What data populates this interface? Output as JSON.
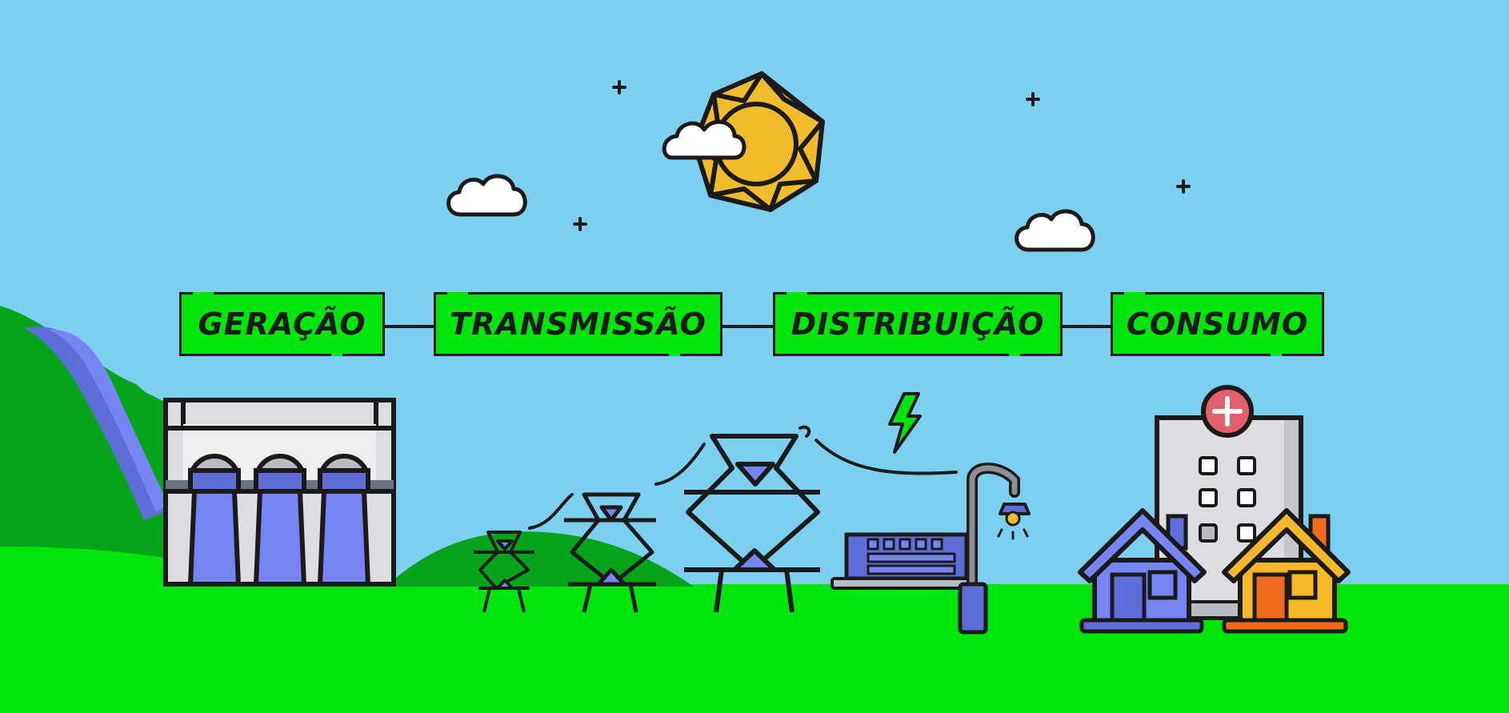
{
  "stages": [
    {
      "label": "GERAÇÃO"
    },
    {
      "label": "TRANSMISSÃO"
    },
    {
      "label": "DISTRIBUIÇÃO"
    },
    {
      "label": "CONSUMO"
    }
  ],
  "colors": {
    "sky": "#7ccfee",
    "grass": "#00e60a",
    "hill": "#04a51b",
    "sun": "#f2bb2a",
    "water": "#6f7ff2",
    "accent_red": "#e35f6b",
    "house_orange": "#f5b927",
    "outline": "#1a1a1a"
  },
  "icons": [
    "sun-icon",
    "cloud-icon",
    "sparkle-icon",
    "dam-icon",
    "transmission-tower-icon",
    "lightning-icon",
    "street-lamp-icon",
    "substation-icon",
    "hospital-icon",
    "house-icon"
  ]
}
